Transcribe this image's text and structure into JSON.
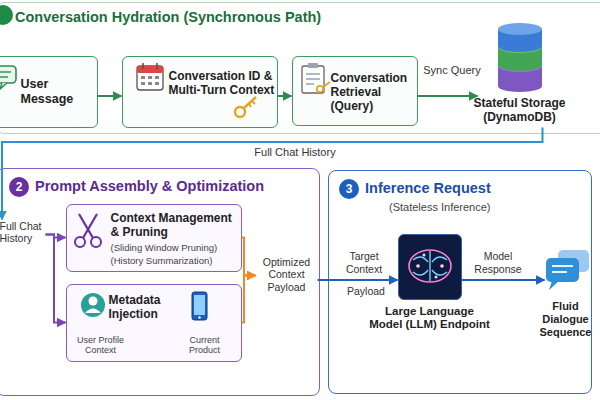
{
  "diagram": {
    "nodes": [
      {
        "text": [
          "Conversation Hydration (Synchronous Path)"
        ]
      },
      {
        "text": [
          "User Message"
        ],
        "in": 0
      },
      {
        "text": [
          "Conversation ID & Multi-Turn Context"
        ],
        "in": 0
      },
      {
        "text": [
          "Conversation Retrieval (Query)"
        ],
        "in": 0
      },
      {
        "text": [
          "Stateful Storage (DynamoDB)"
        ],
        "in": 0
      },
      {
        "text": [
          "2",
          "Prompt Assembly & Optimization"
        ]
      },
      {
        "text": [
          "Full Chat History"
        ],
        "in": 5
      },
      {
        "text": [
          "Context Management & Pruning",
          "(Sliding Window Pruning)",
          "(History Summarization)"
        ],
        "in": 5
      },
      {
        "text": [
          "Metadata Injection",
          "User Profile Context",
          "Current Product"
        ],
        "in": 5
      },
      {
        "text": [
          "Optimized Context Payload"
        ],
        "in": 5
      },
      {
        "text": [
          "3",
          "Inference Request",
          "(Stateless Inference)"
        ]
      },
      {
        "text": [
          "Large Language Model (LLM) Endpoint"
        ],
        "in": 10
      },
      {
        "text": [
          "Fluid Dialogue Sequence"
        ],
        "in": 10
      }
    ],
    "edges": [
      {
        "from": 1,
        "to": 2,
        "arrow": "to"
      },
      {
        "from": 2,
        "to": 3,
        "arrow": "to"
      },
      {
        "from": 3,
        "to": 4,
        "label": "Sync Query",
        "arrow": "to"
      },
      {
        "from": 4,
        "to": 6,
        "label": "Full Chat History",
        "arrow": "to"
      },
      {
        "from": 6,
        "to": 7,
        "arrow": "to"
      },
      {
        "from": 6,
        "to": 8,
        "arrow": "to"
      },
      {
        "from": 7,
        "to": 9,
        "arrow": "to"
      },
      {
        "from": 8,
        "to": 9,
        "arrow": "to"
      },
      {
        "from": 9,
        "to": 11,
        "label": "Target Context",
        "arrow": "to"
      },
      {
        "from": 11,
        "to": 12,
        "label": "Model Response",
        "arrow": "to"
      }
    ],
    "labels": [
      "Payload"
    ]
  }
}
